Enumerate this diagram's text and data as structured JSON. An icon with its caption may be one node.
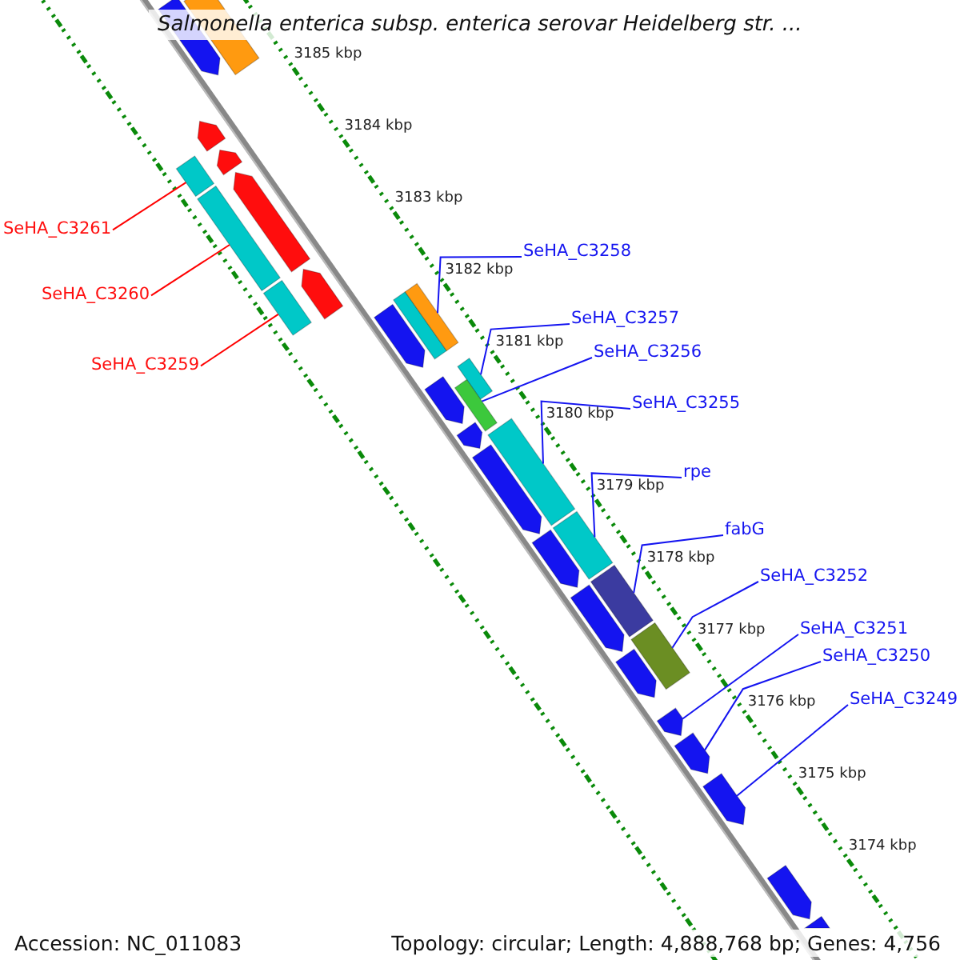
{
  "diagram": {
    "title": "Salmonella enterica subsp. enterica serovar Heidelberg str. ...",
    "nodes": [
      {
        "text": [
          "SeHA_C3261"
        ]
      },
      {
        "text": [
          "SeHA_C3260"
        ]
      },
      {
        "text": [
          "SeHA_C3259"
        ]
      },
      {
        "text": [
          "SeHA_C3258"
        ]
      },
      {
        "text": [
          "SeHA_C3257"
        ]
      },
      {
        "text": [
          "SeHA_C3256"
        ]
      },
      {
        "text": [
          "SeHA_C3255"
        ]
      },
      {
        "text": [
          "rpe"
        ]
      },
      {
        "text": [
          "fabG"
        ]
      },
      {
        "text": [
          "SeHA_C3252"
        ]
      },
      {
        "text": [
          "SeHA_C3251"
        ]
      },
      {
        "text": [
          "SeHA_C3250"
        ]
      },
      {
        "text": [
          "SeHA_C3249"
        ]
      },
      {
        "text": [],
        "shape": "box"
      },
      {
        "text": [],
        "shape": "box"
      },
      {
        "text": [],
        "shape": "box"
      },
      {
        "text": [],
        "shape": "box"
      },
      {
        "text": [],
        "shape": "box"
      },
      {
        "text": [],
        "shape": "box"
      },
      {
        "text": [],
        "shape": "box"
      },
      {
        "text": [],
        "shape": "box"
      },
      {
        "text": [],
        "shape": "box"
      },
      {
        "text": [],
        "shape": "box"
      },
      {
        "text": [],
        "shape": "box"
      },
      {
        "text": [],
        "shape": "box"
      },
      {
        "text": [],
        "shape": "box"
      },
      {
        "text": [],
        "shape": "box"
      },
      {
        "text": [],
        "shape": "box"
      },
      {
        "text": [],
        "shape": "box"
      },
      {
        "text": [],
        "shape": "box"
      },
      {
        "text": [],
        "shape": "box"
      },
      {
        "text": [],
        "shape": "box"
      },
      {
        "text": [],
        "shape": "box"
      },
      {
        "text": [],
        "shape": "box"
      },
      {
        "text": [],
        "shape": "box"
      },
      {
        "text": [],
        "shape": "box"
      },
      {
        "text": [],
        "shape": "box"
      },
      {
        "text": [],
        "shape": "box"
      },
      {
        "text": [],
        "shape": "box"
      },
      {
        "text": [],
        "shape": "box"
      },
      {
        "text": [],
        "shape": "box"
      },
      {
        "text": [],
        "shape": "box"
      }
    ],
    "edges": [
      {
        "from": 0,
        "to": 16,
        "arrow": "none",
        "color": "#ff0000"
      },
      {
        "from": 1,
        "to": 18,
        "arrow": "none",
        "color": "#ff0000"
      },
      {
        "from": 2,
        "to": 20,
        "arrow": "none",
        "color": "#ff0000"
      },
      {
        "from": 3,
        "to": 23,
        "arrow": "none"
      },
      {
        "from": 4,
        "to": 26,
        "arrow": "none"
      },
      {
        "from": 5,
        "to": 27,
        "arrow": "none"
      },
      {
        "from": 6,
        "to": 29,
        "arrow": "none"
      },
      {
        "from": 7,
        "to": 32,
        "arrow": "none"
      },
      {
        "from": 8,
        "to": 33,
        "arrow": "none"
      },
      {
        "from": 9,
        "to": 35,
        "arrow": "none"
      },
      {
        "from": 10,
        "to": 37,
        "arrow": "none"
      },
      {
        "from": 11,
        "to": 38,
        "arrow": "none"
      },
      {
        "from": 12,
        "to": 39,
        "arrow": "none"
      }
    ],
    "labels": [
      "3185 kbp",
      "3184 kbp",
      "3183 kbp",
      "3182 kbp",
      "3181 kbp",
      "3180 kbp",
      "3179 kbp",
      "3178 kbp",
      "3177 kbp",
      "3176 kbp",
      "3175 kbp",
      "3174 kbp",
      "Accession: NC_011083",
      "Topology: circular; Length: 4,888,768 bp; Genes: 4,756"
    ]
  }
}
